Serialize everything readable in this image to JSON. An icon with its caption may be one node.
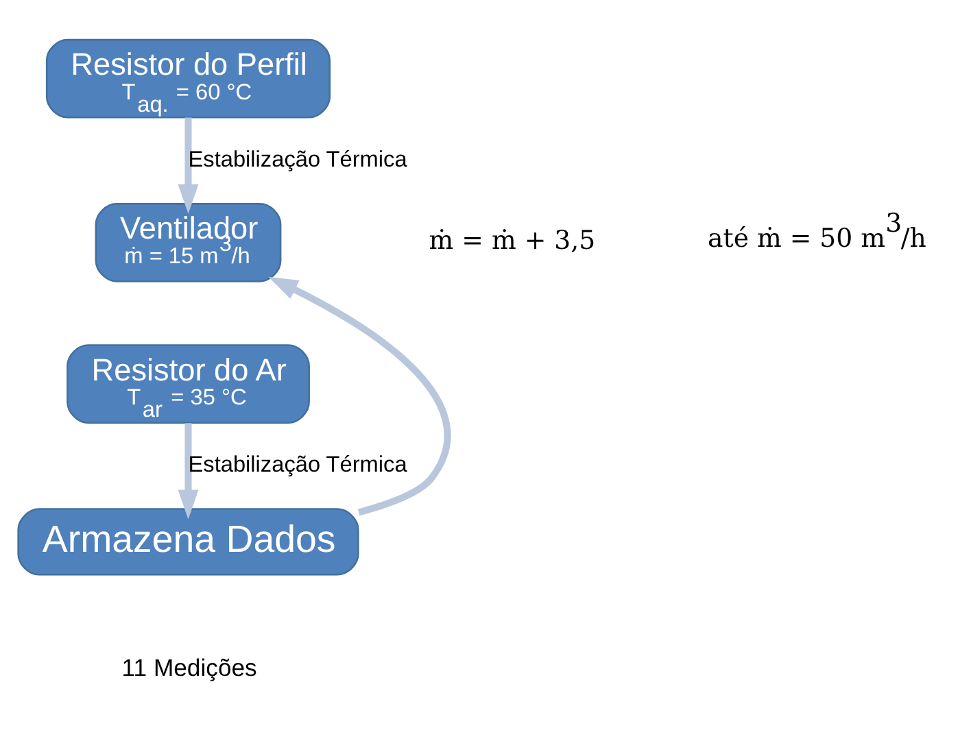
{
  "diagram": {
    "nodes": [
      {
        "text": [
          "Resistor do Perfil",
          "T$_{aq.}$ = 60 °C"
        ]
      },
      {
        "text": [
          "Ventilador",
          "ṁ = 15 m$^{3}$/h"
        ]
      },
      {
        "text": [
          "Resistor do Ar",
          "T$_{ar}$ = 35 °C"
        ]
      },
      {
        "text": [
          "Armazena Dados"
        ],
        "beside": [
          "11 Medições"
        ]
      }
    ],
    "edges": [
      {
        "from": 0,
        "to": 1,
        "arrow": "to",
        "label": "Estabilização Térmica"
      },
      {
        "from": 2,
        "to": 3,
        "arrow": "to",
        "label": "Estabilização Térmica"
      },
      {
        "from": 3,
        "to": 1,
        "arrow": "to"
      }
    ],
    "labels": [
      "ṁ = ṁ + 3,5",
      "até ṁ = 50 m$^{3}$/h"
    ]
  }
}
